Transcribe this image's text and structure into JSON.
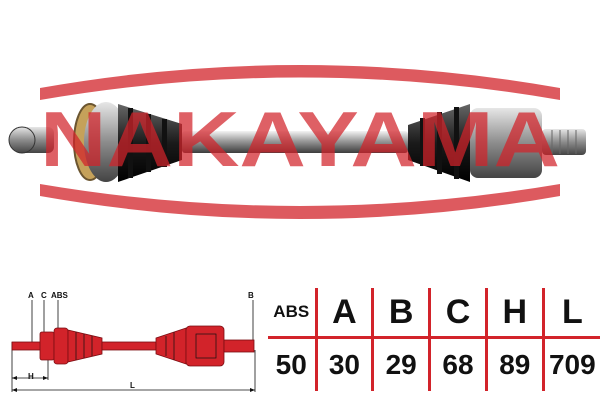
{
  "brand": {
    "logo_text": "NAKAYAMA",
    "accent_color": "#d2232a"
  },
  "drawing": {
    "labels": {
      "a": "A",
      "c": "C",
      "abs": "ABS",
      "b": "B",
      "h": "H",
      "l": "L"
    }
  },
  "spec_table": {
    "headers": [
      "ABS",
      "A",
      "B",
      "C",
      "H",
      "L"
    ],
    "values": [
      "50",
      "30",
      "29",
      "68",
      "89",
      "709"
    ]
  }
}
